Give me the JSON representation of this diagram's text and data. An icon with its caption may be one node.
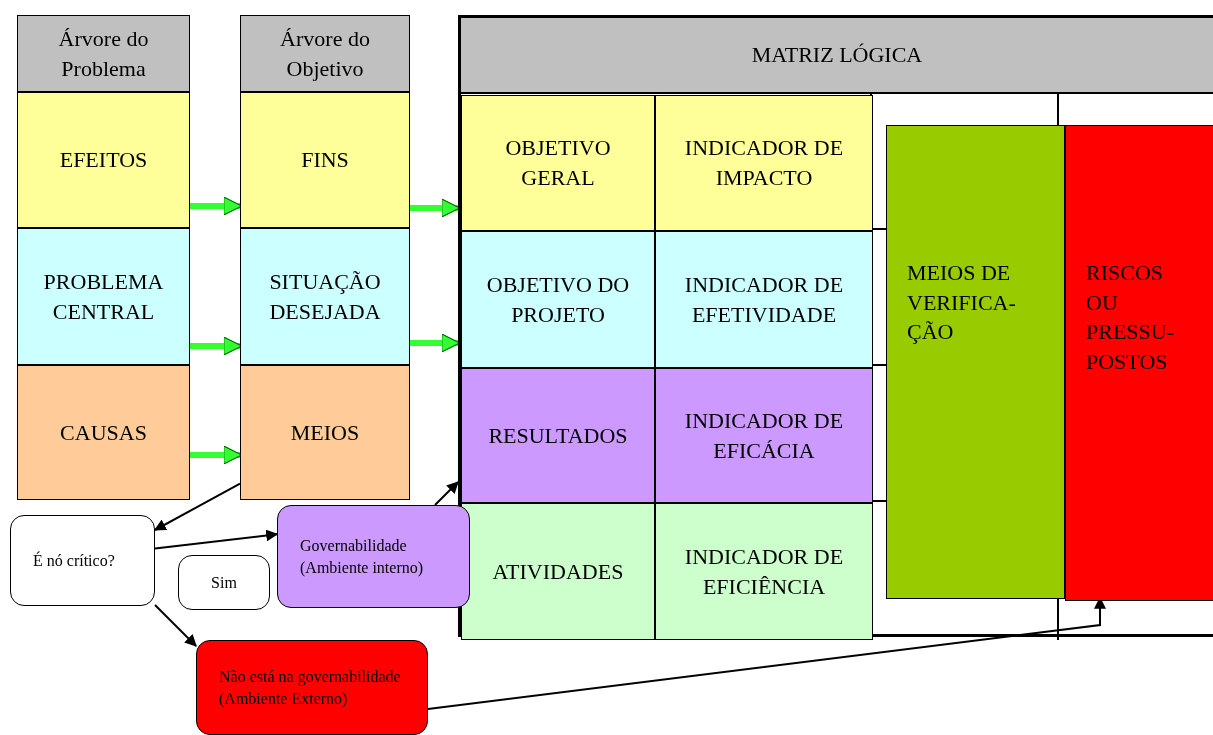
{
  "diagram": {
    "nodes": [
      {
        "text": [
          "Árvore do Problema"
        ]
      },
      {
        "text": [
          "EFEITOS"
        ]
      },
      {
        "text": [
          "PROBLEMA CENTRAL"
        ]
      },
      {
        "text": [
          "CAUSAS"
        ]
      },
      {
        "text": [
          "Árvore do Objetivo"
        ]
      },
      {
        "text": [
          "FINS"
        ]
      },
      {
        "text": [
          "SITUAÇÃO DESEJADA"
        ]
      },
      {
        "text": [
          "MEIOS"
        ]
      },
      {
        "text": [
          "MATRIZ LÓGICA"
        ]
      },
      {
        "text": [
          "OBJETIVO GERAL"
        ],
        "in": 8
      },
      {
        "text": [
          "INDICADOR DE IMPACTO"
        ],
        "in": 8
      },
      {
        "text": [
          "OBJETIVO DO PROJETO"
        ],
        "in": 8
      },
      {
        "text": [
          "INDICADOR DE EFETIVIDADE"
        ],
        "in": 8
      },
      {
        "text": [
          "RESULTADOS"
        ],
        "in": 8
      },
      {
        "text": [
          "INDICADOR DE EFICÁCIA"
        ],
        "in": 8
      },
      {
        "text": [
          "ATIVIDADES"
        ],
        "in": 8
      },
      {
        "text": [
          "INDICADOR DE EFICIÊNCIA"
        ],
        "in": 8
      },
      {
        "text": [
          "MEIOS DE VERIFICA- ÇÃO"
        ],
        "in": 8
      },
      {
        "text": [
          "RISCOS OU PRESSU- POSTOS"
        ],
        "in": 8
      },
      {
        "text": [
          "É nó crítico?"
        ]
      },
      {
        "text": [
          "Sim"
        ]
      },
      {
        "text": [
          "Governabilidade (Ambiente interno)"
        ]
      },
      {
        "text": [
          "Não está na governabilidade (Ambiente Externo)"
        ]
      }
    ],
    "edges": [
      {
        "from": 1,
        "to": 5,
        "arrow": "to",
        "style": "thick",
        "color": "#33ff33"
      },
      {
        "from": 2,
        "to": 6,
        "arrow": "to",
        "style": "thick",
        "color": "#33ff33"
      },
      {
        "from": 3,
        "to": 7,
        "arrow": "to",
        "style": "thick",
        "color": "#33ff33"
      },
      {
        "from": 5,
        "to": 9,
        "arrow": "to",
        "style": "thick",
        "color": "#33ff33"
      },
      {
        "from": 6,
        "to": 11,
        "arrow": "to",
        "style": "thick",
        "color": "#33ff33"
      },
      {
        "from": 7,
        "to": 19,
        "arrow": "to",
        "color": "#000000"
      },
      {
        "from": 19,
        "to": 21,
        "arrow": "to",
        "color": "#000000"
      },
      {
        "from": 19,
        "to": 22,
        "arrow": "to",
        "color": "#000000"
      },
      {
        "from": 21,
        "to": 13,
        "arrow": "to",
        "color": "#000000"
      },
      {
        "from": 22,
        "to": 18,
        "arrow": "to",
        "color": "#000000"
      }
    ]
  }
}
